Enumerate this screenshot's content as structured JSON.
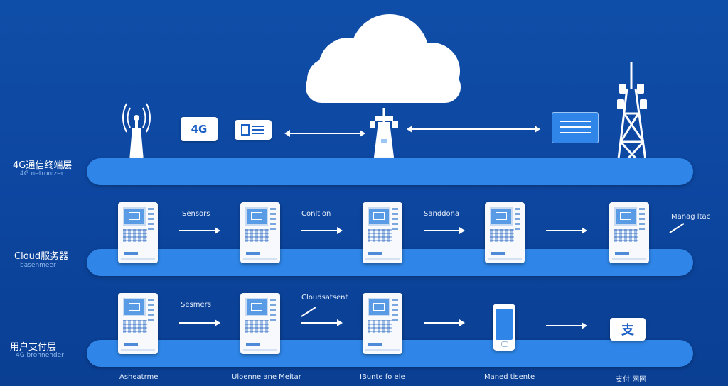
{
  "layers": [
    {
      "label": "4G通信终端层",
      "sub": "4G netronizer"
    },
    {
      "label": "Cloud服务器",
      "sub": "basenmeer"
    },
    {
      "label": "用户支付层",
      "sub": "4G bronnender"
    }
  ],
  "badges": {
    "badge_4g": "4G"
  },
  "row2_labels": [
    "Sensors",
    "Conltion",
    "Sanddona",
    "Manag ltac"
  ],
  "row3_labels": [
    "Sesmers",
    "Cloudsatsent"
  ],
  "bottom_labels": [
    "Asheatrme",
    "Uloenne ane Meitar",
    "IBunte fo ele",
    "IManed tisente",
    "支付 网网"
  ],
  "pay_glyph": "支",
  "colors": {
    "background": "#0d47a1",
    "band": "#2f86e8",
    "accent": "#ffffff"
  }
}
